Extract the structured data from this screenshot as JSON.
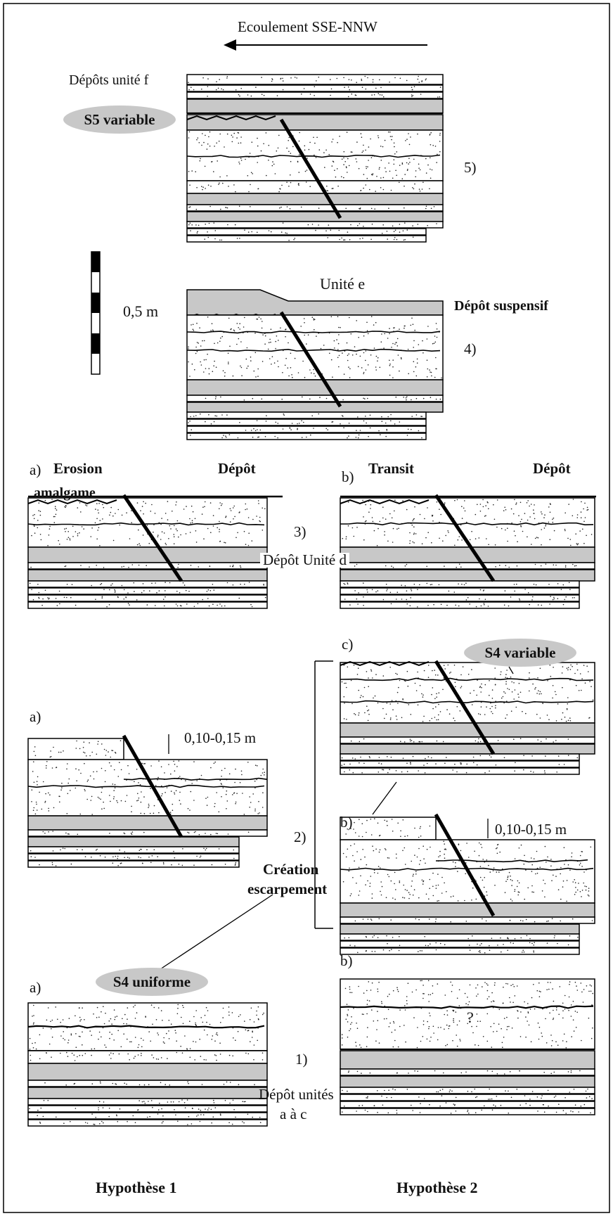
{
  "flow_label": "Ecoulement SSE-NNW",
  "scale_label": "0,5 m",
  "stage5": {
    "unit_f": "Dépôts  unité f",
    "surface": "S5 variable",
    "number": "5)"
  },
  "stage4": {
    "unit_e": "Unité e",
    "deposit": "Dépôt suspensif",
    "number": "4)"
  },
  "stage3": {
    "a_letter": "a)",
    "a_erosion": "Erosion",
    "a_depot": "Dépôt",
    "amalgame": "amalgame",
    "b_letter": "b)",
    "b_transit": "Transit",
    "b_depot": "Dépôt",
    "number": "3)",
    "unit_d": "Dépôt Unité d"
  },
  "stage2": {
    "c_letter": "c)",
    "s4_variable": "S4 variable",
    "a_letter": "a)",
    "offset_a": "0,10-0,15 m",
    "b_letter": "b)",
    "offset_b": "0,10-0,15 m",
    "number": "2)",
    "creation_line1": "Création",
    "creation_line2": "escarpement"
  },
  "stage1": {
    "a_letter": "a)",
    "s4_uniforme": "S4 uniforme",
    "b_letter": "b)",
    "question": "?",
    "number": "1)",
    "units_line1": "Dépôt unités",
    "units_line2": "a à c"
  },
  "footer": {
    "hyp1": "Hypothèse 1",
    "hyp2": "Hypothèse 2"
  },
  "colors": {
    "frame": "#000000",
    "mud": "#c8c8c8",
    "sand": "#ffffff",
    "fault": "#000000"
  }
}
